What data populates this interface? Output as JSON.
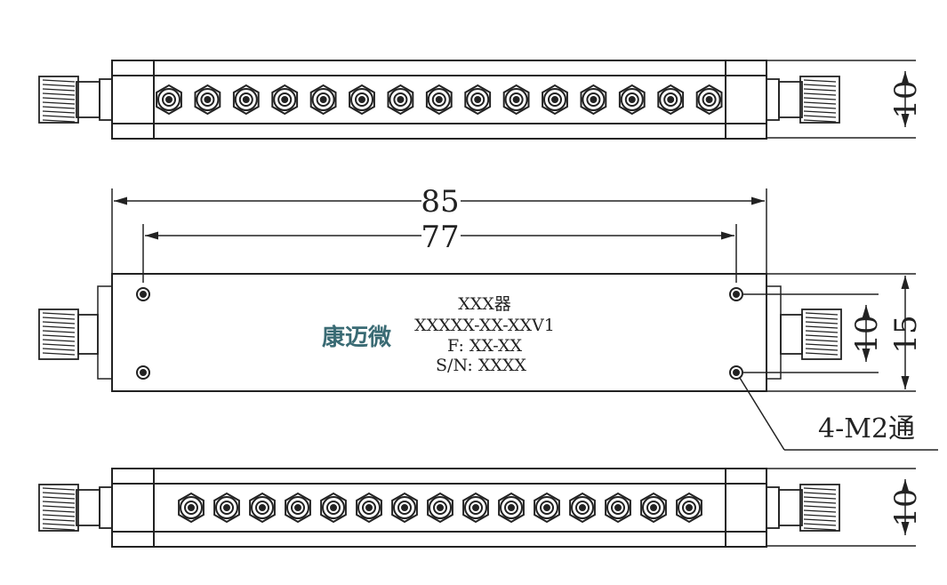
{
  "dimensions": {
    "top_height": "10",
    "overall_length": "85",
    "hole_spacing_length": "77",
    "hole_spacing_height": "10",
    "body_height": "15",
    "bottom_height": "10"
  },
  "label": {
    "title": "XXX器",
    "model": "XXXXX-XX-XXV1",
    "frequency": "F: XX-XX",
    "serial": "S/N: XXXX"
  },
  "brand": "康迈微",
  "mounting_note": "4-M2通",
  "colors": {
    "line": "#222222",
    "logo": "#3a6b74"
  },
  "tuning_screw_count": 15
}
